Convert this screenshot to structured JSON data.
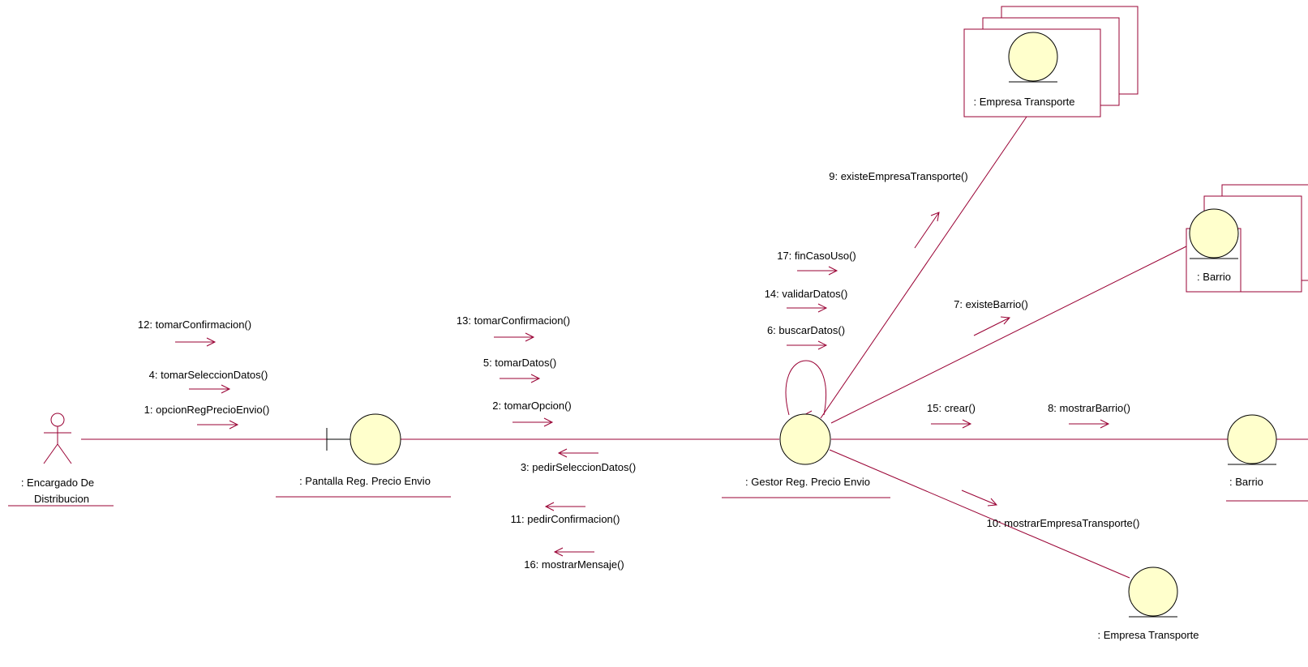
{
  "colors": {
    "line": "#990033",
    "object_fill": "#ffffcc",
    "object_stroke": "#000000",
    "text": "#000000",
    "background": "#ffffff"
  },
  "objects": {
    "actor": {
      "name_line1": ": Encargado De",
      "name_line2": "Distribucion",
      "icon": "actor-icon"
    },
    "boundary": {
      "name": ": Pantalla Reg. Precio Envio",
      "icon": "boundary-icon"
    },
    "control": {
      "name": ": Gestor Reg. Precio Envio",
      "icon": "control-icon"
    },
    "empresa_multi": {
      "name": ": Empresa Transporte",
      "icon": "entity-icon"
    },
    "barrio_multi": {
      "name": ": Barrio",
      "icon": "entity-icon"
    },
    "barrio_single": {
      "name": ": Barrio",
      "icon": "entity-icon"
    },
    "empresa_single": {
      "name": ": Empresa Transporte",
      "icon": "entity-icon"
    }
  },
  "messages": {
    "m1": "1: opcionRegPrecioEnvio()",
    "m2": "2: tomarOpcion()",
    "m3": "3: pedirSeleccionDatos()",
    "m4": "4: tomarSeleccionDatos()",
    "m5": "5: tomarDatos()",
    "m6": "6: buscarDatos()",
    "m7": "7: existeBarrio()",
    "m8": "8: mostrarBarrio()",
    "m9": "9: existeEmpresaTransporte()",
    "m10": "10: mostrarEmpresaTransporte()",
    "m11": "11: pedirConfirmacion()",
    "m12": "12: tomarConfirmacion()",
    "m13": "13: tomarConfirmacion()",
    "m14": "14: validarDatos()",
    "m15": "15: crear()",
    "m16": "16: mostrarMensaje()",
    "m17": "17: finCasoUso()"
  }
}
